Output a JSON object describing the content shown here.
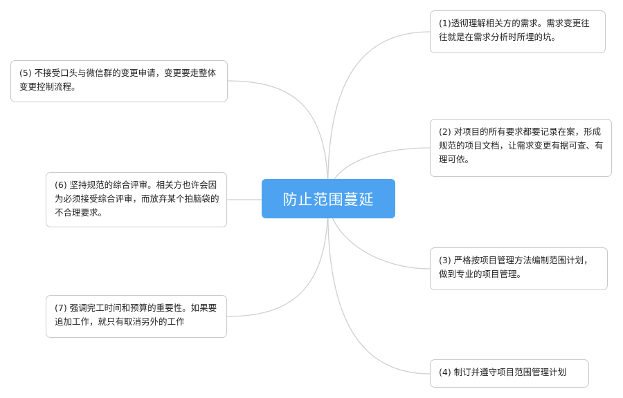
{
  "center": {
    "label": "防止范围蔓延"
  },
  "colors": {
    "center_fill": "#4da3f0",
    "link": "#cfcfcf",
    "node_border": "#c9c9c9"
  },
  "branches": [
    {
      "text": "(1)透彻理解相关方的需求。需求变更往往就是在需求分析时所埋的坑。"
    },
    {
      "text": "(2) 对项目的所有要求都要记录在案，形成规范的项目文档，让需求变更有据可查、有理可依。"
    },
    {
      "text": "(3) 严格按项目管理方法编制范围计划，做到专业的项目管理。"
    },
    {
      "text": "(4) 制订并遵守项目范围管理计划"
    },
    {
      "text": "(5) 不接受口头与微信群的变更申请，变更要走整体变更控制流程。"
    },
    {
      "text": "(6) 坚持规范的综合评审。相关方也许会因为必须接受综合评审，而放弃某个拍脑袋的不合理要求。"
    },
    {
      "text": "(7) 强调完工时间和预算的重要性。如果要追加工作，就只有取消另外的工作"
    }
  ]
}
